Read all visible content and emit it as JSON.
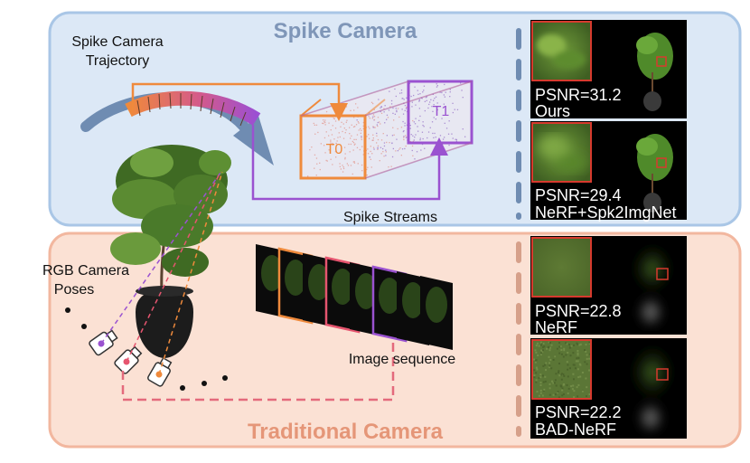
{
  "top_panel": {
    "title": "Spike Camera",
    "trajectory_label_line1": "Spike Camera",
    "trajectory_label_line2": "Trajectory",
    "t0_label": "T0",
    "t1_label": "T1",
    "streams_label": "Spike Streams",
    "fill_color": "#dce8f6",
    "border_color": "#a9c6e6",
    "title_color": "#7f96b8"
  },
  "bottom_panel": {
    "title": "Traditional Camera",
    "poses_label_line1": "RGB Camera",
    "poses_label_line2": "Poses",
    "sequence_label": "Image sequence",
    "fill_color": "#fbe1d4",
    "border_color": "#f2b79f",
    "title_color": "#e59678"
  },
  "results": [
    {
      "psnr": "PSNR=31.2",
      "method": "Ours"
    },
    {
      "psnr": "PSNR=29.4",
      "method": "NeRF+Spk2ImgNet"
    },
    {
      "psnr": "PSNR=22.8",
      "method": "NeRF"
    },
    {
      "psnr": "PSNR=22.2",
      "method": "BAD-NeRF"
    }
  ],
  "colors": {
    "orange": "#ef8a3c",
    "purple": "#9a52d0",
    "pink": "#e6556f",
    "dash_pink": "#e46a7c",
    "arrow_blue": "#6f8cb2"
  },
  "icons": {
    "plant": "plant-icon",
    "camera": "camera-icon"
  }
}
